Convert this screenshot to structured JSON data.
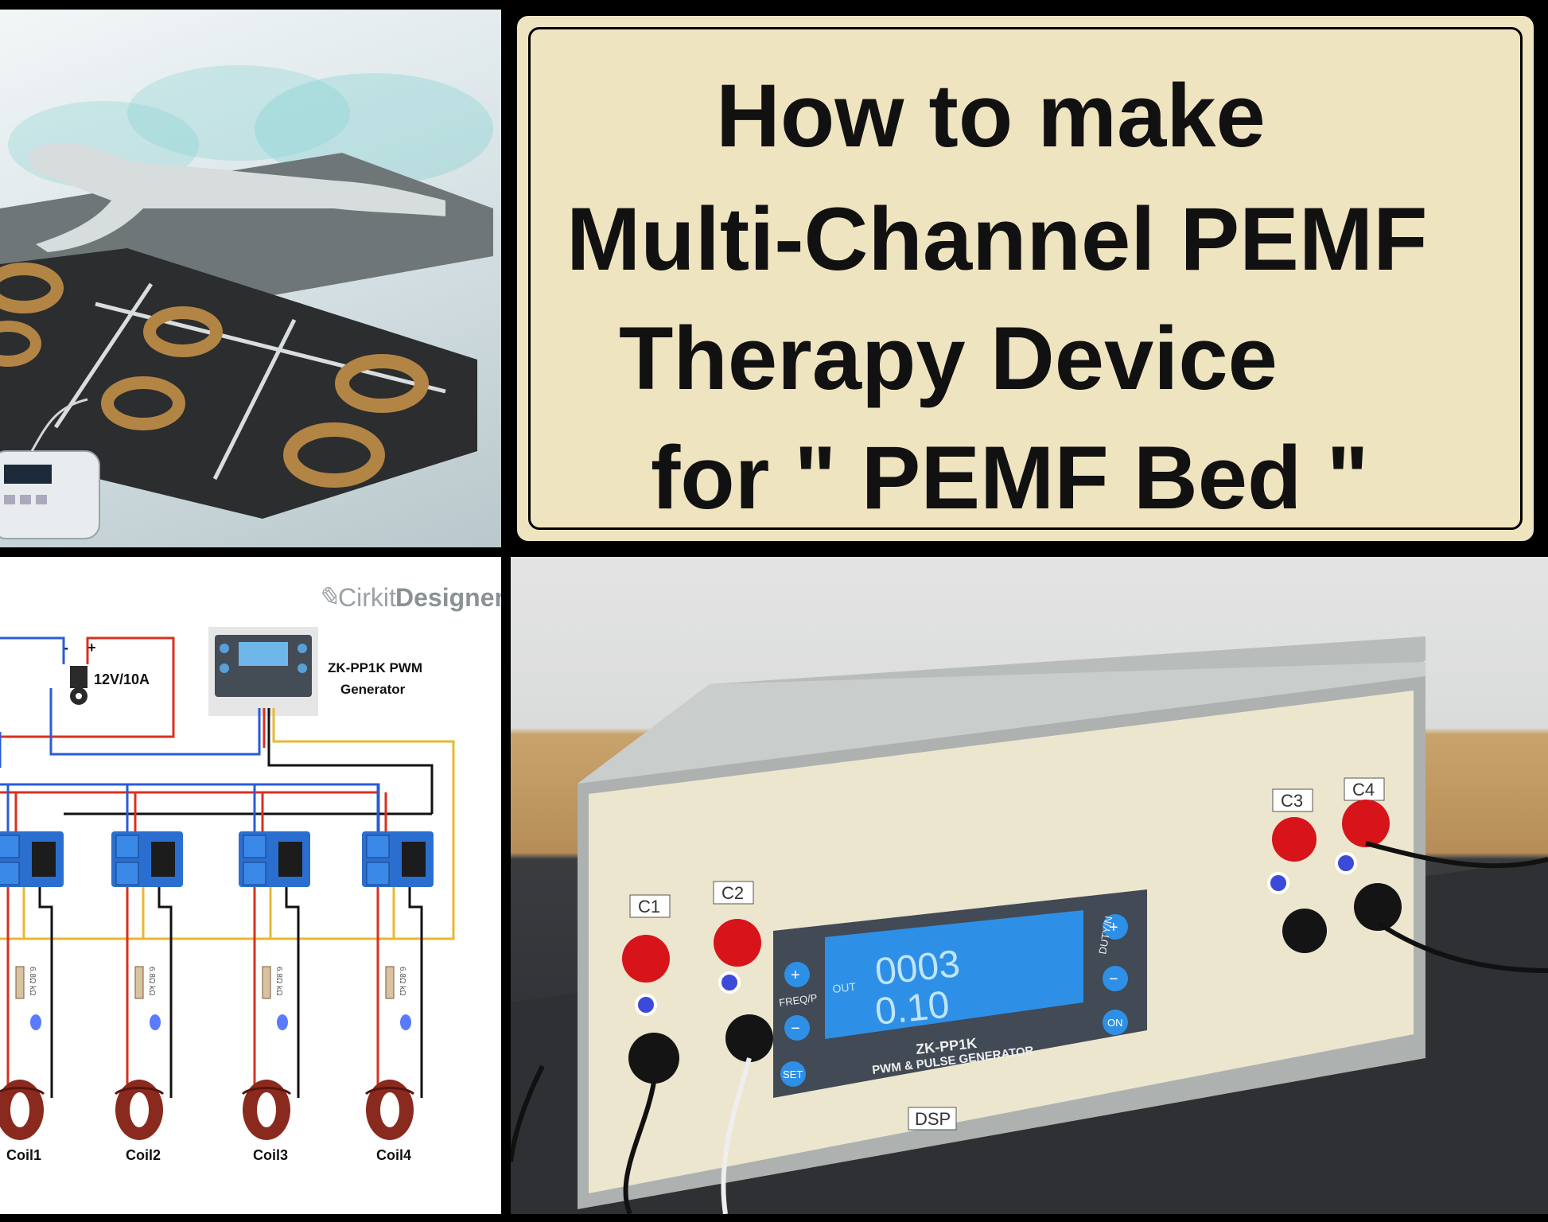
{
  "title": {
    "line1": "How to make",
    "line2": "Multi-Channel PEMF",
    "line3": "Therapy Device",
    "line4": "for \" PEMF Bed \""
  },
  "schematic": {
    "brand_a": "Cirkit",
    "brand_b": "Designer",
    "power_label": "12V/10A",
    "minus": "-",
    "plus": "+",
    "module_name_1": "ZK-PP1K PWM",
    "module_name_2": "Generator",
    "coils": [
      "Coil1",
      "Coil2",
      "Coil3",
      "Coil4"
    ],
    "resistor_text": "6.8Ω kΩ"
  },
  "device": {
    "labels": [
      "C1",
      "C2",
      "C3",
      "C4",
      "DSP"
    ],
    "lcd_line1": "0003",
    "lcd_line2": "0.10",
    "lcd_out": "OUT",
    "model": "ZK-PP1K",
    "model_sub": "PWM & PULSE GENERATOR",
    "btn_freq": "FREQ/P",
    "btn_duty": "DUTY/N",
    "btn_set": "SET",
    "btn_on": "ON",
    "btn_plus": "+",
    "btn_minus": "−"
  },
  "colors": {
    "title_bg": "#efe4c0",
    "wire_red": "#d83020",
    "wire_blue": "#2a5bd8",
    "wire_yellow": "#e8b830",
    "coil_copper": "#8a2a1e",
    "lcd_blue": "#2e8fe6",
    "jack_red": "#d6141a"
  }
}
